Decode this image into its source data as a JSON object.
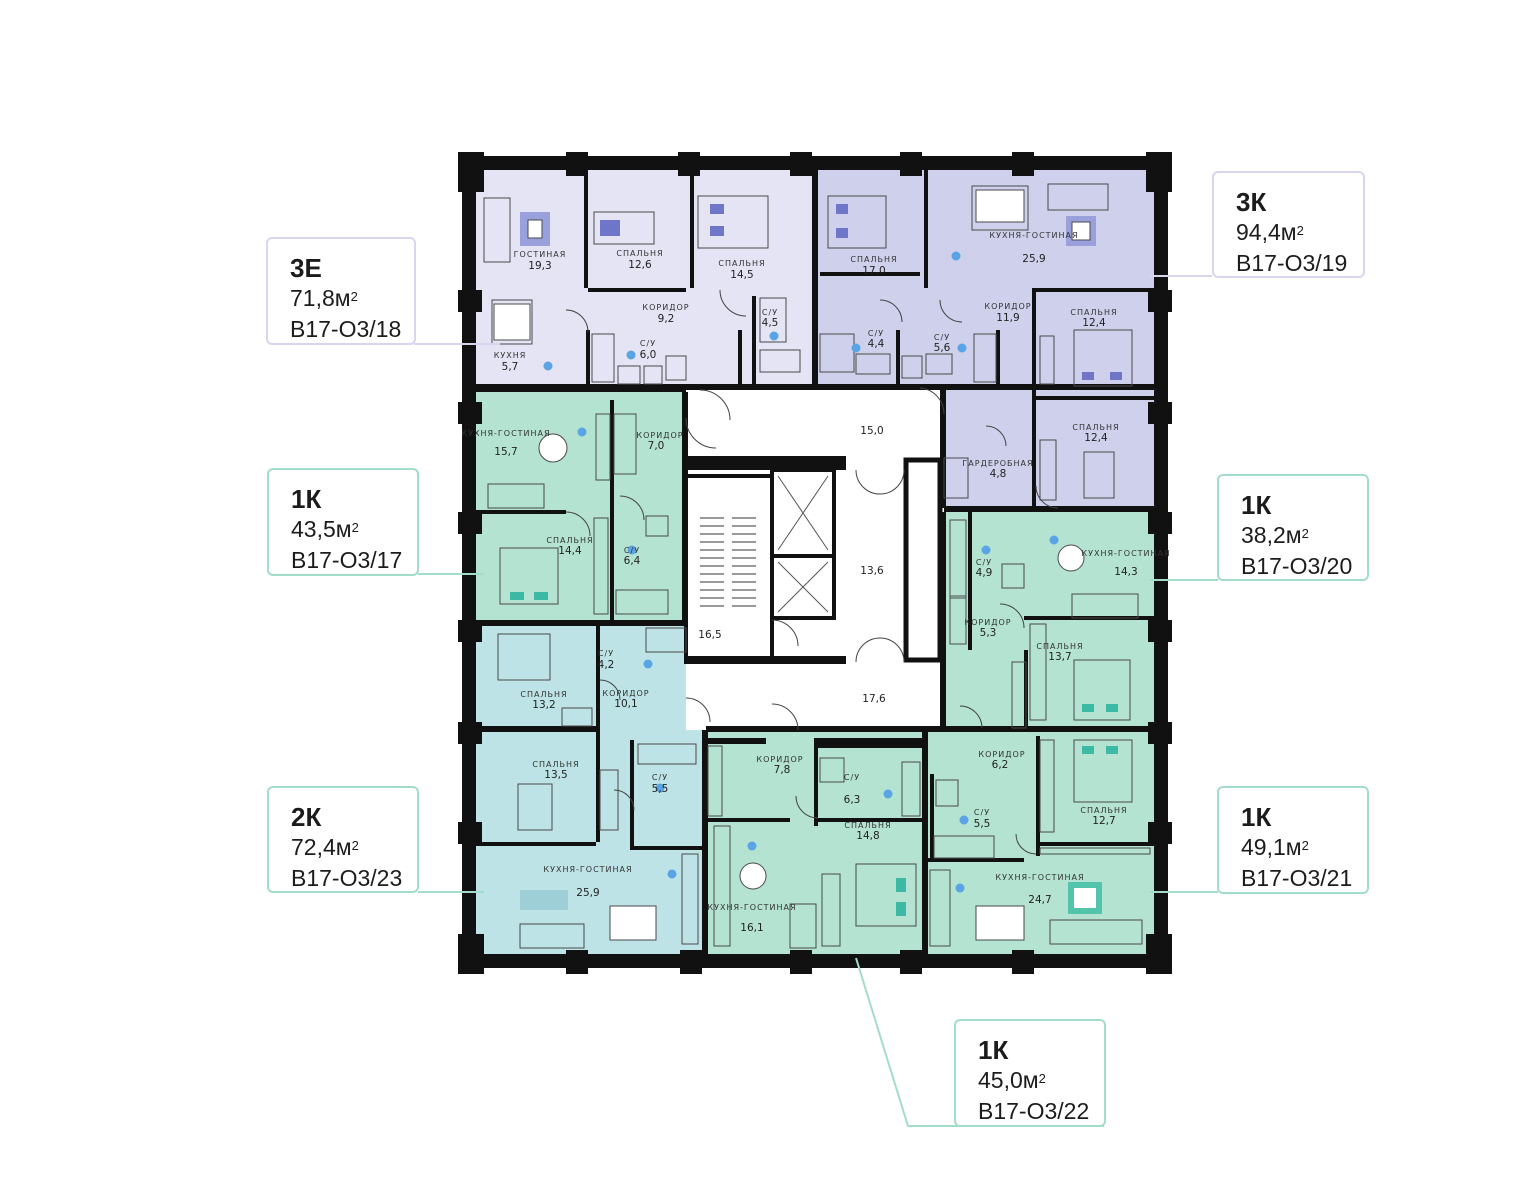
{
  "apartments": [
    {
      "type": "3Е",
      "area": "71,8м",
      "area_unit_sup": "2",
      "code": "В17-О3/18"
    },
    {
      "type": "3К",
      "area": "94,4м",
      "area_unit_sup": "2",
      "code": "В17-О3/19"
    },
    {
      "type": "1К",
      "area": "43,5м",
      "area_unit_sup": "2",
      "code": "В17-О3/17"
    },
    {
      "type": "1К",
      "area": "38,2м",
      "area_unit_sup": "2",
      "code": "В17-О3/20"
    },
    {
      "type": "2К",
      "area": "72,4м",
      "area_unit_sup": "2",
      "code": "В17-О3/23"
    },
    {
      "type": "1К",
      "area": "49,1м",
      "area_unit_sup": "2",
      "code": "В17-О3/21"
    },
    {
      "type": "1К",
      "area": "45,0м",
      "area_unit_sup": "2",
      "code": "В17-О3/22"
    }
  ],
  "rooms": [
    {
      "label": "ГОСТИНАЯ",
      "area": "19,3"
    },
    {
      "label": "СПАЛЬНЯ",
      "area": "12,6"
    },
    {
      "label": "СПАЛЬНЯ",
      "area": "14,5"
    },
    {
      "label": "КОРИДОР",
      "area": "9,2"
    },
    {
      "label": "С/У",
      "area": "4,5"
    },
    {
      "label": "С/У",
      "area": "6,0"
    },
    {
      "label": "КУХНЯ",
      "area": "5,7"
    },
    {
      "label": "СПАЛЬНЯ",
      "area": "17,0"
    },
    {
      "label": "КУХНЯ-ГОСТИНАЯ",
      "area": "25,9"
    },
    {
      "label": "КОРИДОР",
      "area": "11,9"
    },
    {
      "label": "С/У",
      "area": "4,4"
    },
    {
      "label": "С/У",
      "area": "5,6"
    },
    {
      "label": "СПАЛЬНЯ",
      "area": "12,4"
    },
    {
      "label": "СПАЛЬНЯ",
      "area": "12,4"
    },
    {
      "label": "ГАРДЕРОБНАЯ",
      "area": "4,8"
    },
    {
      "label": "КУХНЯ-ГОСТИНАЯ",
      "area": "15,7"
    },
    {
      "label": "КОРИДОР",
      "area": "7,0"
    },
    {
      "label": "СПАЛЬНЯ",
      "area": "14,4"
    },
    {
      "label": "С/У",
      "area": "6,4"
    },
    {
      "label": "С/У",
      "area": "4,9"
    },
    {
      "label": "КУХНЯ-ГОСТИНАЯ",
      "area": "14,3"
    },
    {
      "label": "КОРИДОР",
      "area": "5,3"
    },
    {
      "label": "СПАЛЬНЯ",
      "area": "13,7"
    },
    {
      "label": "С/У",
      "area": "4,2"
    },
    {
      "label": "СПАЛЬНЯ",
      "area": "13,2"
    },
    {
      "label": "КОРИДОР",
      "area": "10,1"
    },
    {
      "label": "СПАЛЬНЯ",
      "area": "13,5"
    },
    {
      "label": "С/У",
      "area": "5,5"
    },
    {
      "label": "КУХНЯ-ГОСТИНАЯ",
      "area": "25,9"
    },
    {
      "label": "КОРИДОР",
      "area": "7,8"
    },
    {
      "label": "С/У",
      "area": "6,3"
    },
    {
      "label": "СПАЛЬНЯ",
      "area": "14,8"
    },
    {
      "label": "КУХНЯ-ГОСТИНАЯ",
      "area": "16,1"
    },
    {
      "label": "КОРИДОР",
      "area": "6,2"
    },
    {
      "label": "СПАЛЬНЯ",
      "area": "12,7"
    },
    {
      "label": "С/У",
      "area": "5,5"
    },
    {
      "label": "КУХНЯ-ГОСТИНАЯ",
      "area": "24,7"
    }
  ],
  "common_areas": [
    "15,0",
    "13,6",
    "16,5",
    "17,6"
  ],
  "colors": {
    "purple": "#dcdcf1",
    "purple_dark": "#c3c4e8",
    "green": "#b4e3d2",
    "teal": "#bde3e6",
    "window": "#8ecbea",
    "wall": "#111111",
    "border_purple": "#d8d6ef",
    "border_green": "#a4dccb"
  }
}
